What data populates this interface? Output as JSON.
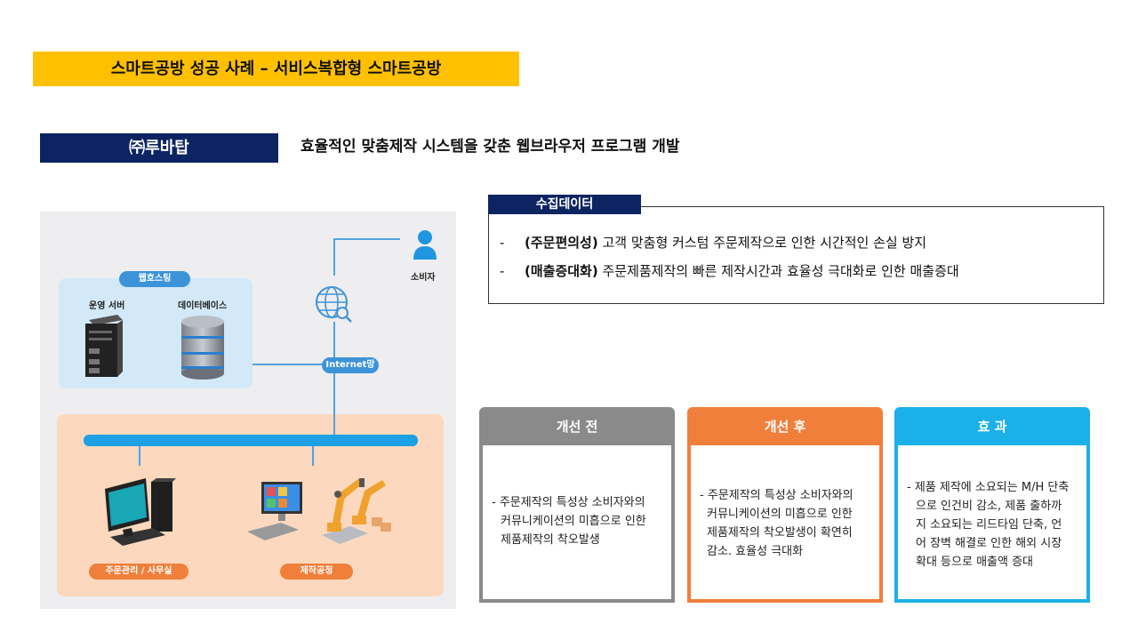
{
  "title": "스마트공방 성공 사례 – 서비스복합형 스마트공방",
  "company": "㈜루바탑",
  "subtitle": "효율적인 맞춤제작 시스템을 갖춘 웹브라우저 프로그램 개발",
  "collected_data": {
    "tab_label": "수집데이터",
    "items": [
      {
        "dash": "-",
        "bold": "(주문편의성)",
        "text": " 고객 맞춤형 커스텀 주문제작으로 인한 시간적인 손실 방지"
      },
      {
        "dash": "-",
        "bold": "(매출증대화)",
        "text": " 주문제품제작의 빠른 제작시간과 효율성 극대화로 인한 매출증대"
      }
    ]
  },
  "diagram": {
    "consumer": "소비자",
    "web_hosting": "웹호스팅",
    "server": "운영 서버",
    "database": "데이터베이스",
    "internet": "Internet망",
    "office": "주문관리 / 사무실",
    "factory": "제작공정"
  },
  "cards": {
    "before": {
      "header": "개선 전",
      "lines": [
        "- 주문제작의 특성상 소비자와의",
        "커뮤니케이션의 미흡으로 인한",
        "제품제작의 착오발생"
      ]
    },
    "after": {
      "header": "개선 후",
      "lines": [
        "- 주문제작의 특성상 소비자와의",
        "커뮤니케이션의 미흡으로 인한",
        "제품제작의 착오발생이 확연히",
        "감소. 효율성 극대화"
      ]
    },
    "effect": {
      "header": "효 과",
      "lines": [
        "- 제품 제작에 소요되는 M/H 단축",
        "으로 인건비 감소, 제품 출하까",
        "지 소요되는 리드타임 단축, 언",
        "어 장벽 해결로 인한 해외 시장",
        "확대 등으로 매출액 증대"
      ]
    }
  },
  "colors": {
    "banner": "#FFC000",
    "navy": "#0C2461",
    "before": "#8A8A8A",
    "after": "#F07F3C",
    "effect": "#1CB0E8"
  }
}
